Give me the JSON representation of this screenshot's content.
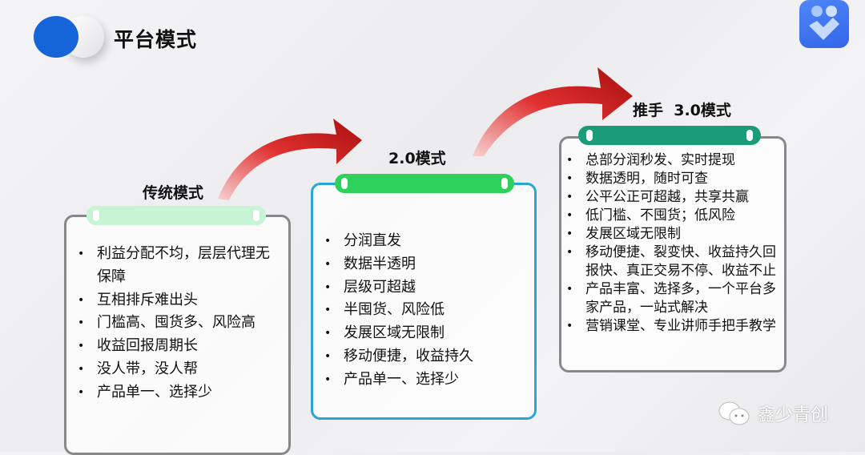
{
  "header": {
    "title": "平台模式"
  },
  "stages": [
    {
      "title": "传统模式",
      "items": [
        "利益分配不均，层层代理无保障",
        "互相排斥难出头",
        "门槛高、囤货多、风险高",
        "收益回报周期长",
        "没人带，没人帮",
        "产品单一、选择少"
      ]
    },
    {
      "title": "2.0模式",
      "items": [
        "分润直发",
        "数据半透明",
        "层级可超越",
        "半囤货、风险低",
        "发展区域无限制",
        "移动便捷，收益持久",
        "产品单一、选择少"
      ]
    },
    {
      "title": "推手  3.0模式",
      "items": [
        "总部分润秒发、实时提现",
        "数据透明，随时可查",
        "公平公正可超越，共享共赢",
        "低门槛、不囤货；低风险",
        "发展区域无限制",
        "移动便捷、裂变快、收益持久回报快、真正交易不停、收益不止",
        "产品丰富、选择多，一个平台多家产品，一站式解决",
        "营销课堂、专业讲师手把手教学"
      ]
    }
  ],
  "watermark": "鑫少青创",
  "colors": {
    "pill1": "#c6f4d4",
    "pill2": "#2ed15a",
    "pill3": "#1b9c78",
    "box2_border": "#2aa6d6",
    "arrow": "#d01c1c"
  }
}
